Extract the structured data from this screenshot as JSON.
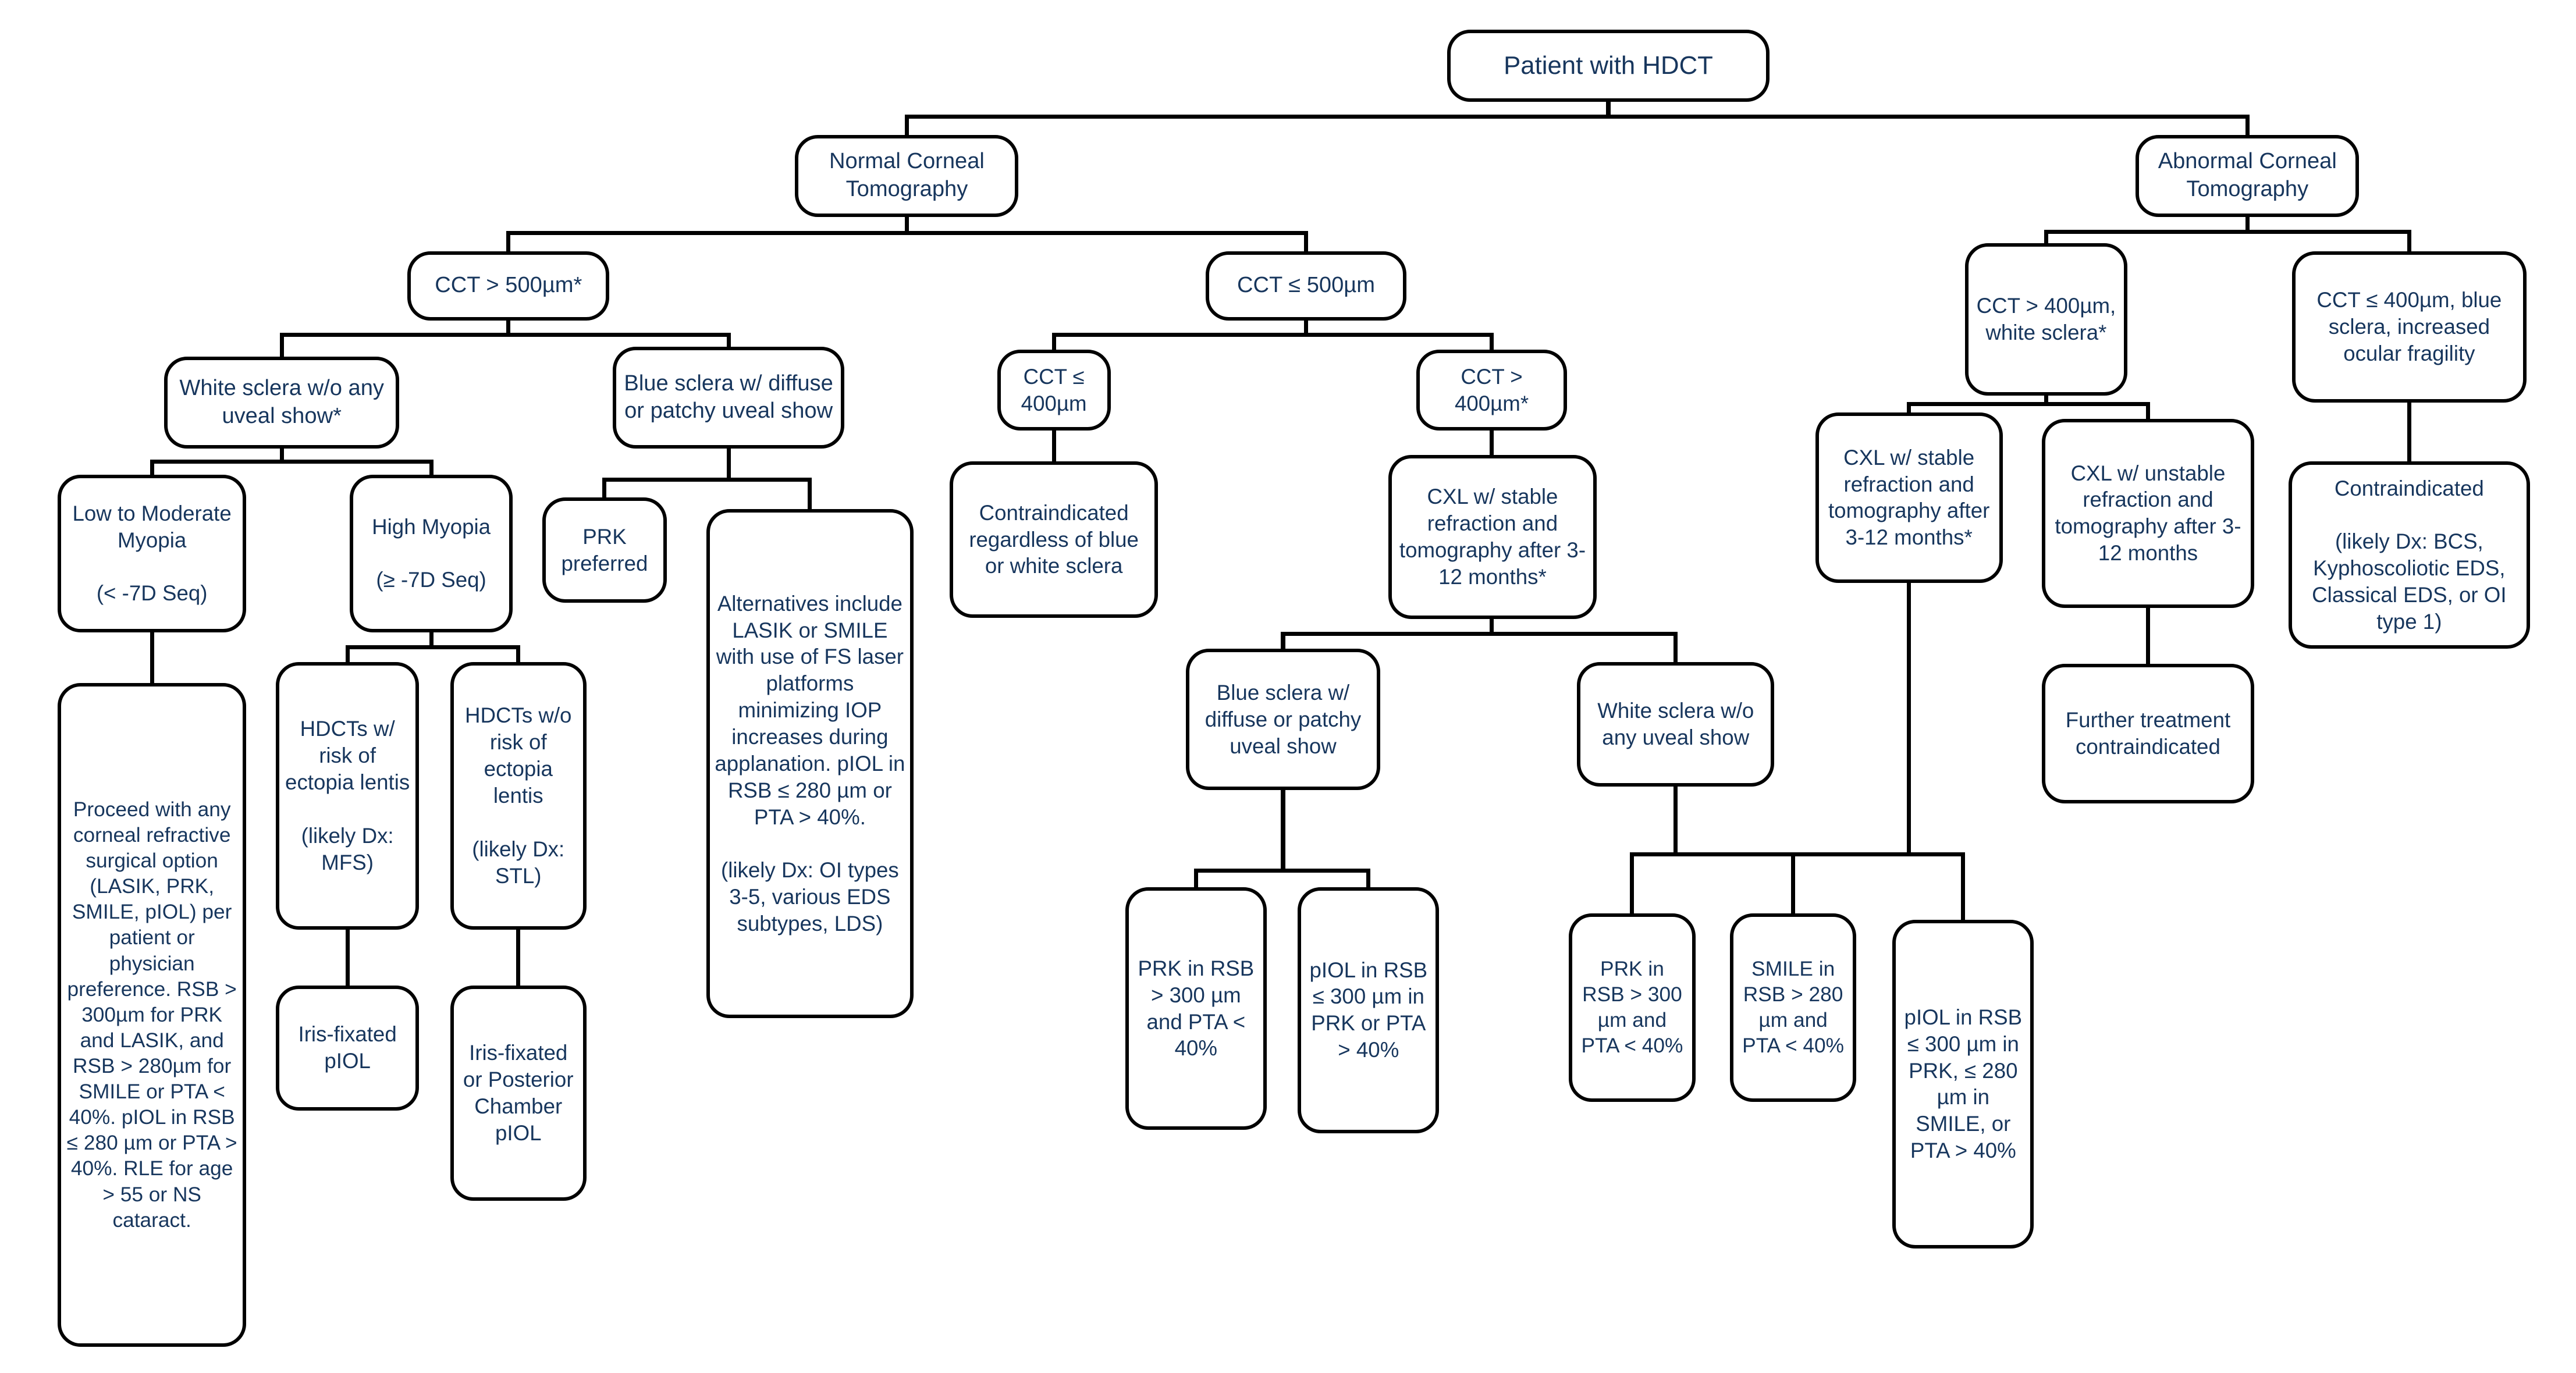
{
  "diagram_title": "Patient with HDCT refractive surgery decision tree",
  "colors": {
    "box_border": "#000000",
    "box_fill": "#ffffff",
    "text": "#17365d",
    "connector": "#000000",
    "background": "#ffffff"
  },
  "nodes": {
    "patient": "Patient with HDCT",
    "normal": "Normal Corneal Tomography",
    "abnormal": "Abnormal Corneal Tomography",
    "cct_gt500": "CCT > 500µm*",
    "cct_le500": "CCT ≤ 500µm",
    "white_sclera1": "White sclera w/o any uveal show*",
    "blue_sclera1": "Blue sclera w/ diffuse or patchy uveal show",
    "cct_le400": "CCT ≤ 400µm",
    "cct_gt400": "CCT > 400µm*",
    "contra_mid": "Contraindicated regardless of blue or white sclera",
    "cxl_stable_mid": "CXL w/ stable refraction and tomography after 3-12 months*",
    "cct_gt400_white": "CCT > 400µm, white sclera*",
    "cct_le400_blue": "CCT ≤ 400µm, blue sclera, increased ocular fragility",
    "cxl_stable_right": "CXL w/ stable refraction and tomography after 3-12 months*",
    "cxl_unstable": "CXL w/ unstable refraction and tomography after 3-12 months",
    "contra_right": "Contraindicated\n\n(likely Dx: BCS, Kyphoscoliotic EDS, Classical EDS, or OI type 1)",
    "further": "Further treatment contraindicated",
    "low_mod": "Low to Moderate Myopia\n\n(< -7D Seq)",
    "high_myopia": "High Myopia\n\n(≥ -7D Seq)",
    "prk_pref": "PRK preferred",
    "alternatives": "Alternatives include LASIK or SMILE with use of FS laser platforms minimizing IOP increases during applanation. pIOL in RSB ≤ 280 µm or PTA > 40%.\n\n(likely Dx: OI types 3-5, various EDS subtypes, LDS)",
    "proceed": "Proceed with any corneal refractive surgical option (LASIK, PRK, SMILE, pIOL) per patient or physician preference. RSB > 300µm for PRK and LASIK, and RSB > 280µm for SMILE or PTA < 40%. pIOL in RSB ≤ 280 µm or PTA > 40%. RLE for age > 55 or NS cataract.",
    "hdct_w": "HDCTs w/ risk of ectopia lentis\n\n(likely Dx: MFS)",
    "hdct_wo": "HDCTs w/o risk of ectopia lentis\n\n(likely Dx: STL)",
    "iris_fixated": "Iris-fixated pIOL",
    "iris_post": "Iris-fixated or Posterior Chamber pIOL",
    "blue_sclera2": "Blue sclera w/ diffuse or patchy uveal show",
    "white_sclera2": "White sclera w/o any uveal show",
    "prk_rsb1": "PRK in RSB > 300 µm and PTA < 40%",
    "piol_rsb1": "pIOL in RSB ≤ 300 µm in PRK or PTA > 40%",
    "prk_rsb2": "PRK in RSB > 300 µm and PTA < 40%",
    "smile_rsb": "SMILE in RSB > 280 µm and PTA < 40%",
    "piol_rsb2": "pIOL in RSB ≤ 300 µm in PRK, ≤ 280 µm in SMILE, or PTA > 40%"
  }
}
